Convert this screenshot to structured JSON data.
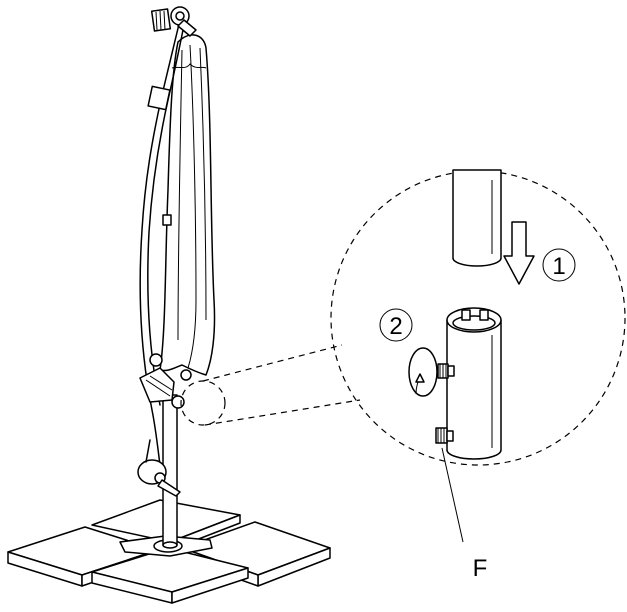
{
  "step_markers": [
    {
      "label": "1"
    },
    {
      "label": "2"
    }
  ],
  "part_label": "F"
}
